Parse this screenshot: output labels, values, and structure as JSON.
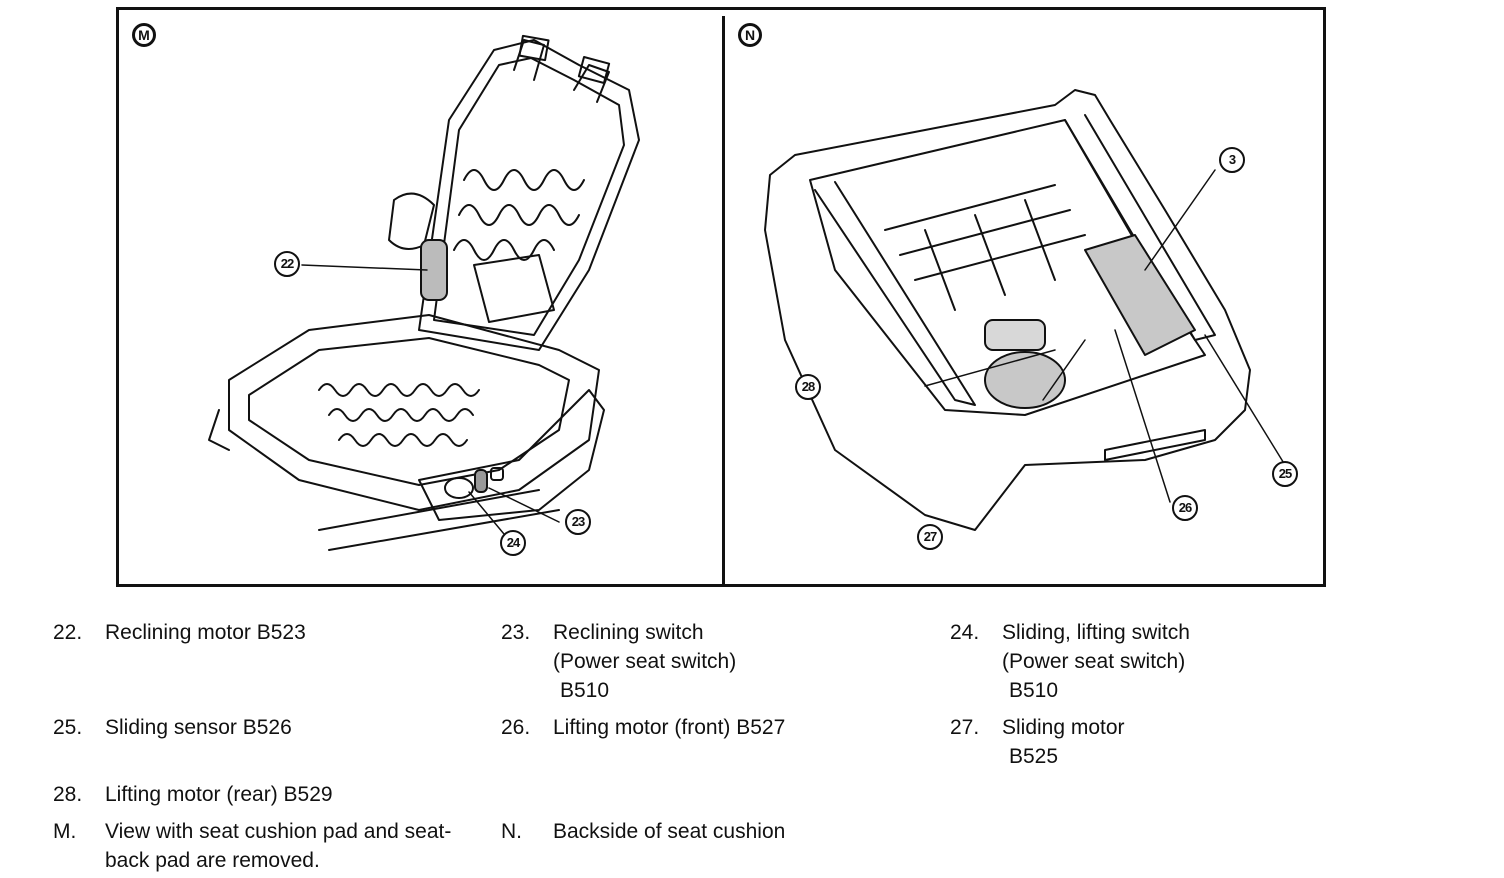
{
  "figure": {
    "panels": [
      {
        "tag": "M",
        "callouts": [
          "22",
          "23",
          "24"
        ]
      },
      {
        "tag": "N",
        "callouts": [
          "3",
          "25",
          "26",
          "27",
          "28"
        ]
      }
    ]
  },
  "legend": {
    "items": [
      {
        "num": "22.",
        "lines": [
          "Reclining motor B523"
        ]
      },
      {
        "num": "23.",
        "lines": [
          "Reclining switch",
          "(Power seat switch)",
          "B510"
        ]
      },
      {
        "num": "24.",
        "lines": [
          "Sliding, lifting switch",
          "(Power seat switch)",
          "B510"
        ]
      },
      {
        "num": "25.",
        "lines": [
          "Sliding sensor B526"
        ]
      },
      {
        "num": "26.",
        "lines": [
          "Lifting motor (front) B527"
        ]
      },
      {
        "num": "27.",
        "lines": [
          "Sliding motor",
          "B525"
        ]
      },
      {
        "num": "28.",
        "lines": [
          "Lifting motor (rear) B529"
        ]
      },
      {
        "num": "M.",
        "lines": [
          "View with seat cushion pad and seat-",
          "back pad are removed."
        ]
      },
      {
        "num": "N.",
        "lines": [
          "Backside of seat cushion"
        ]
      }
    ]
  }
}
